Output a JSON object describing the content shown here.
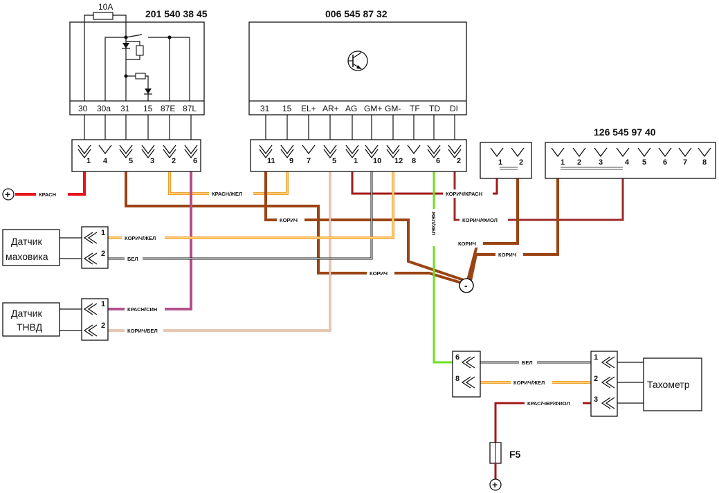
{
  "relay": {
    "part_number": "201 540 38 45",
    "fuse_label": "10A",
    "terminals": [
      "30",
      "30a",
      "31",
      "15",
      "87E",
      "87L"
    ],
    "connector_pins": [
      "1",
      "4",
      "5",
      "3",
      "2",
      "6"
    ]
  },
  "ecu": {
    "part_number": "006 545 87 32",
    "terminals": [
      "31",
      "15",
      "EL+",
      "AR+",
      "AG",
      "GM+",
      "GM-",
      "TF",
      "TD",
      "DI"
    ],
    "connector_pins": [
      "11",
      "9",
      "7",
      "5",
      "1",
      "10",
      "12",
      "8",
      "6",
      "2"
    ]
  },
  "small_connector": {
    "pins": [
      "1",
      "2"
    ]
  },
  "diag_connector": {
    "part_number": "126 545 97 40",
    "pins": [
      "1",
      "2",
      "3",
      "4",
      "5",
      "6",
      "7",
      "8"
    ]
  },
  "sensors": {
    "flywheel": {
      "line1": "Датчик",
      "line2": "маховика",
      "pins": [
        "1",
        "2"
      ]
    },
    "tnvd": {
      "line1": "Датчик",
      "line2": "ТНВД",
      "pins": [
        "1",
        "2"
      ]
    }
  },
  "tacho_connector_left": {
    "pins": [
      "6",
      "8"
    ]
  },
  "tacho_connector_right": {
    "pins": [
      "1",
      "2",
      "3"
    ]
  },
  "tachometer": {
    "label": "Тахометр"
  },
  "fuse_f5": {
    "label": "F5"
  },
  "symbols": {
    "plus": "+",
    "minus": "-"
  },
  "wires": {
    "kras": "КРАСН",
    "kras_zhel": "КРАСН/ЖЕЛ",
    "korich_kras": "КОРИЧ/КРАСН",
    "korich_1": "КОРИЧ",
    "korich_fiol": "КОРИЧ/ФИОЛ",
    "zhel_zel": "ЖЕЛ/ЗЕЛ",
    "korich_zhel_1": "КОРИЧ/ЖЕЛ",
    "bel_1": "БЕЛ",
    "korich_2": "КОРИЧ",
    "korich_3": "КОРИЧ",
    "korich_4": "КОРИЧ",
    "kras_sin": "КРАСН/СИН",
    "korich_bel": "КОРИЧ/БЕЛ",
    "bel_2": "БЕЛ",
    "korich_zhel_2": "КОРИЧ/ЖЕЛ",
    "kras_cher_fiol": "КРАС/ЧЕР/ФИОЛ"
  },
  "colors": {
    "red": "#e8141b",
    "brown": "#9b4413",
    "orange": "#f0a030",
    "maroon": "#9b2a2a",
    "pink": "#b4508a",
    "green": "#6be020",
    "tan": "#c8906a",
    "darkred": "#a01818"
  }
}
